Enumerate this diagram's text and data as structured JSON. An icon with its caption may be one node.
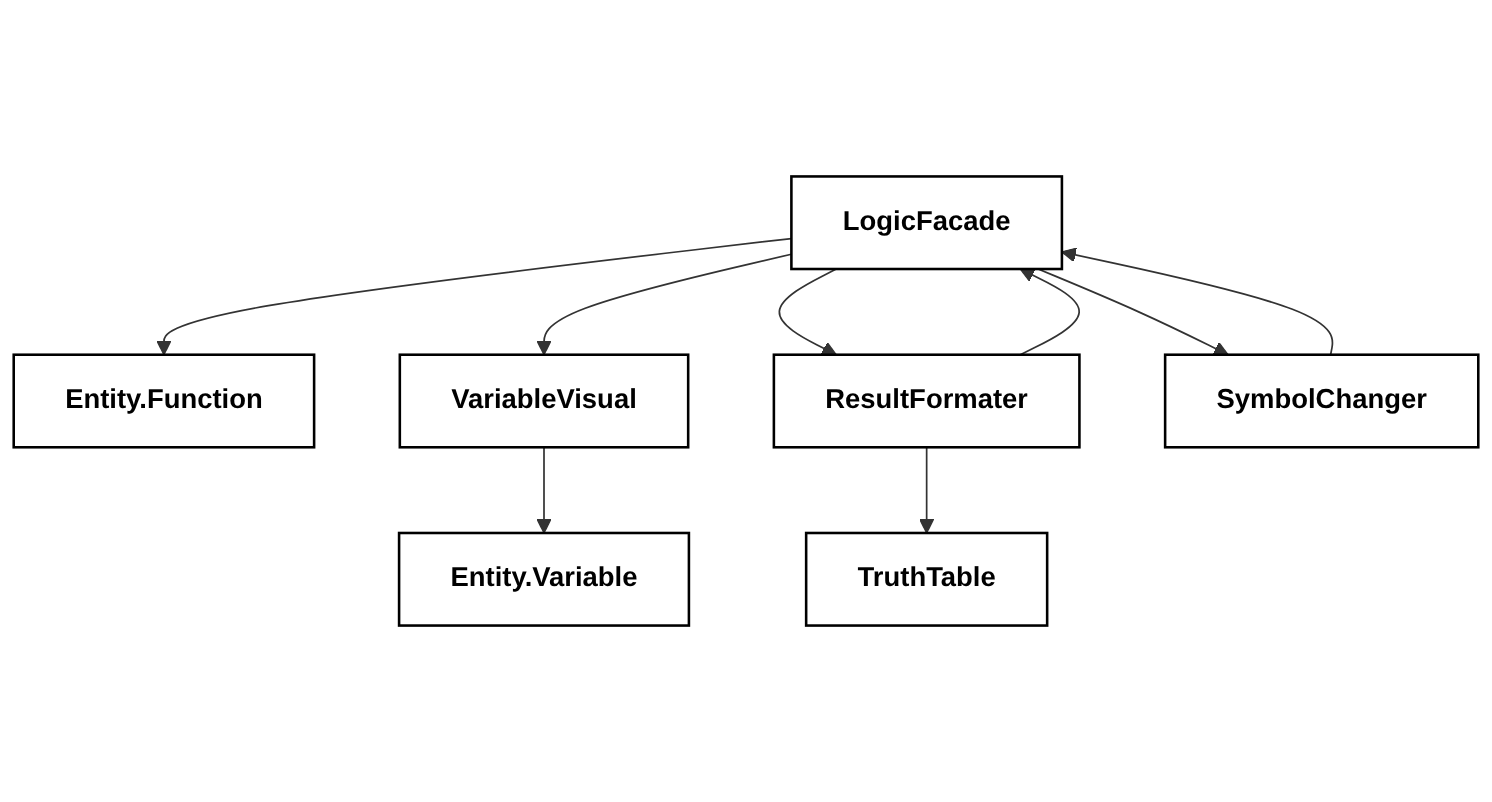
{
  "diagram": {
    "nodes": [
      {
        "text": [
          "Entity.Variable"
        ]
      },
      {
        "text": [
          "Entity.Function"
        ]
      },
      {
        "text": [
          "VariableVisual"
        ]
      },
      {
        "text": [
          "LogicFacade"
        ]
      },
      {
        "text": [
          "ResultFormater"
        ]
      },
      {
        "text": [
          "TruthTable"
        ]
      },
      {
        "text": [
          "SymbolChanger"
        ]
      }
    ],
    "edges": [
      {
        "from": 2,
        "to": 0,
        "arrow": "to"
      },
      {
        "from": 3,
        "to": 1,
        "arrow": "to"
      },
      {
        "from": 3,
        "to": 2,
        "arrow": "to"
      },
      {
        "from": 3,
        "to": 4,
        "arrow": "to"
      },
      {
        "from": 4,
        "to": 3,
        "arrow": "to"
      },
      {
        "from": 4,
        "to": 5,
        "arrow": "to"
      },
      {
        "from": 6,
        "to": 3,
        "arrow": "to"
      },
      {
        "from": 3,
        "to": 6,
        "arrow": "to"
      }
    ]
  }
}
